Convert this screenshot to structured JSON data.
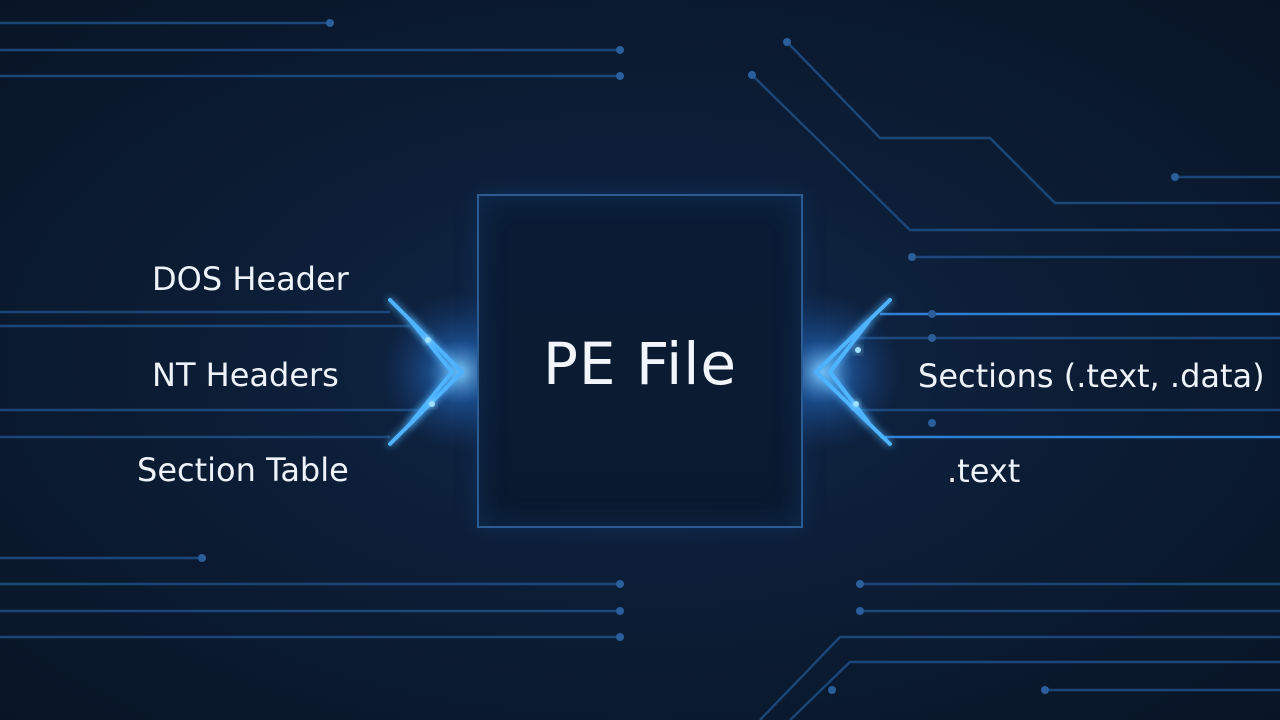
{
  "diagram": {
    "center": {
      "title": "PE File"
    },
    "left_labels": {
      "dos": "DOS Header",
      "nt": "NT Headers",
      "section_table": "Section Table"
    },
    "right_labels": {
      "sections": "Sections (.text, .data)",
      "text": ".text"
    }
  },
  "colors": {
    "background": "#0b1a30",
    "trace": "#1e4f86",
    "glow": "#4fb4ff",
    "text": "#eef3f9"
  }
}
